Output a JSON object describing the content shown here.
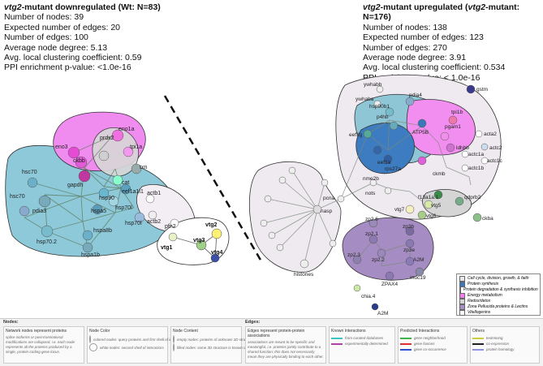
{
  "left_stats": {
    "title_gene": "vtg2",
    "title_rest": "-mutant downregulated (Wt: N=83)",
    "lines": [
      "Number of nodes: 39",
      "Expected number of edges: 20",
      "Number of edges: 100",
      "Average node degree: 5.13",
      "Avg. local clustering coefficient: 0.59",
      "PPI enrichment p-value: <1.0e-16"
    ]
  },
  "right_stats": {
    "title_gene": "vtg2",
    "title_mid": "-mutant upregulated (",
    "title_gene2": "vtg2",
    "title_end": "-mutant: N=176)",
    "lines": [
      "Number of nodes: 138",
      "Expected number of edges: 123",
      "Number of edges: 270",
      "Average node degree: 3.91",
      "Avg. local clustering coefficient: 0.534",
      "PPI enrichmet  value: < 1.0e-16"
    ]
  },
  "left_nodes": [
    "eno1a",
    "eno3",
    "tpi1a",
    "ckbb",
    "prdx2",
    "gapdh",
    "txn",
    "hsc70",
    "cat",
    "eef1a1l1",
    "hsc70",
    "hsp90",
    "pdia3",
    "hsp70l",
    "hsp70.2",
    "hspa5",
    "actb1",
    "hspa8b",
    "hsp70l",
    "actb2",
    "pfn2",
    "hspa1b"
  ],
  "vtg_nodes": [
    "vtg2",
    "vtg1",
    "vtg3",
    "vtg4"
  ],
  "right_nodes": [
    "gstm",
    "ywhabb",
    "pdia4",
    "ywhaba",
    "hsp90b1",
    "p4hb",
    "eef1g",
    "ATP5B",
    "ckmb",
    "tpi1b",
    "pgam1",
    "ldhbb",
    "acta2",
    "actc2",
    "actc1a",
    "actc1b",
    "actc1c",
    "eef1a",
    "pcna",
    "rps27a",
    "nme2b",
    "nots",
    "histones",
    "nasp",
    "vtg7",
    "vtg5",
    "vtg6",
    "f13a1a.1",
    "qdprb2",
    "ckba",
    "zp2.6",
    "zp3b",
    "zp2.1",
    "zp2.2",
    "zp3e",
    "zp2.3",
    "A2M",
    "muc19",
    "chia.4",
    "ZPAX4",
    "A2M"
  ],
  "legend": [
    {
      "label": "Cell cycle, division, growth, & faith",
      "color": "#e8e4ee"
    },
    {
      "label": "Protein synthesis",
      "color": "#3a78b8"
    },
    {
      "label": "Protein degradation & synthesis inhibition",
      "color": "#7ec8d6"
    },
    {
      "label": "Energy metabolism",
      "color": "#f07cf0"
    },
    {
      "label": "Redox/detox",
      "color": "#d7d7d7"
    },
    {
      "label": "Zona Pellucida proteins & Lectins",
      "color": "#a98fc6"
    },
    {
      "label": "Vitellogenins",
      "color": "#ffffff"
    }
  ],
  "bottom": {
    "nodes_hdr": "Nodes:",
    "edges_hdr": "Edges:",
    "p1_title": "Network nodes represent proteins",
    "p1_text": "splice isoforms or post-translational modifications are collapsed, i.e. each node represents all the proteins produced by a single, protein-coding gene locus.",
    "p2_title": "Node Color",
    "p2_a": "colored nodes: query proteins and first shell of interactors",
    "p2_b": "white nodes: second shell of interactors",
    "p3_title": "Node Content",
    "p3_a": "empty nodes: proteins of unknown 3D structure",
    "p3_b": "filled nodes: some 3D structure is known or predicted",
    "p4_title": "Edges represent protein-protein associations",
    "p4_text": "associations are meant to be specific and meaningful, i.e. proteins jointly contribute to a shared function; this does not necessarily mean they are physically binding to each other.",
    "p5_title": "Known Interactions",
    "p5_a": "from curated databases",
    "p5_b": "experimentally determined",
    "p6_title": "Predicted Interactions",
    "p6_a": "gene neighborhood",
    "p6_b": "gene fusions",
    "p6_c": "gene co-occurrence",
    "p7_title": "Others",
    "p7_a": "textmining",
    "p7_b": "co-expression",
    "p7_c": "protein homology"
  }
}
